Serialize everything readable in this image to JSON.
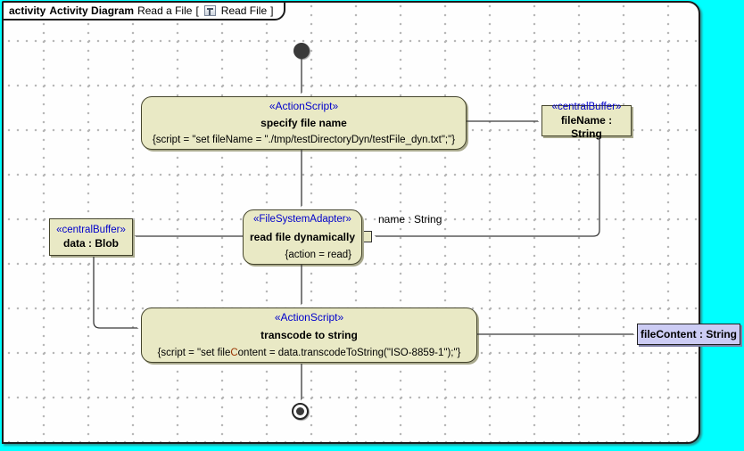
{
  "header": {
    "frame_kind": "activity",
    "frame_title": "Activity Diagram",
    "diagram_name": "Read a File",
    "bracket_open": "[",
    "ref_icon": "activity-diagram-icon",
    "ref_name": "Read File",
    "bracket_close": "]"
  },
  "nodes": {
    "specify_file_name": {
      "stereotype": "«ActionScript»",
      "name": "specify file name",
      "script": "{script = \"set fileName = \"./tmp/testDirectoryDyn/testFile_dyn.txt\";\"}"
    },
    "file_name_buffer": {
      "stereotype": "«centralBuffer»",
      "name": "fileName : String"
    },
    "read_file": {
      "stereotype": "«FileSystemAdapter»",
      "name": "read file dynamically",
      "constraint": "{action = read}",
      "pin_label": "name : String"
    },
    "data_buffer": {
      "stereotype": "«centralBuffer»",
      "name": "data : Blob"
    },
    "transcode": {
      "stereotype": "«ActionScript»",
      "name": "transcode to string",
      "script_prefix": "{script = \"set file",
      "script_highlight": "C",
      "script_suffix": "ontent = data.transcodeToString(\"ISO-8859-1\");\"}"
    },
    "file_content_object": {
      "name": "fileContent : String"
    }
  },
  "colors": {
    "desktop_background": "#00FFFF",
    "canvas_background": "#FEFEFE",
    "node_fill": "#E9E9C5",
    "node_border": "#44442C",
    "object_node_fill": "#CCCCF4",
    "stereotype_text": "#0000CC",
    "grid_dot": "#B3B3B3",
    "highlight_char": "#993300",
    "edge_stroke": "#3A3A3A"
  }
}
